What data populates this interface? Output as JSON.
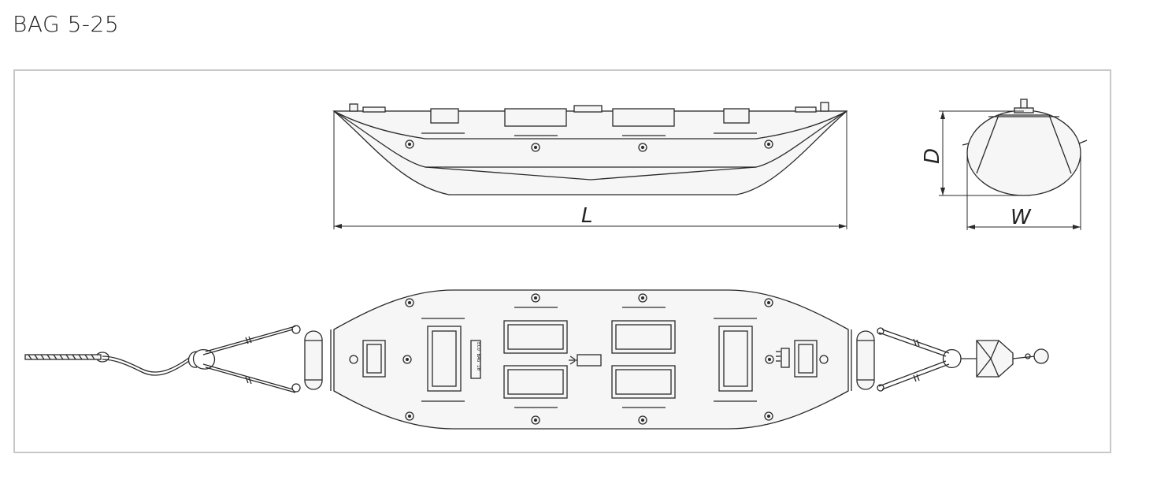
{
  "title": "BAG 5-25",
  "labels": {
    "length": "L",
    "width": "W",
    "depth": "D",
    "logo": "ECO BAG 10"
  },
  "colors": {
    "line": "#2a2a2a",
    "frame": "#c8c8c8",
    "background": "#ffffff"
  }
}
